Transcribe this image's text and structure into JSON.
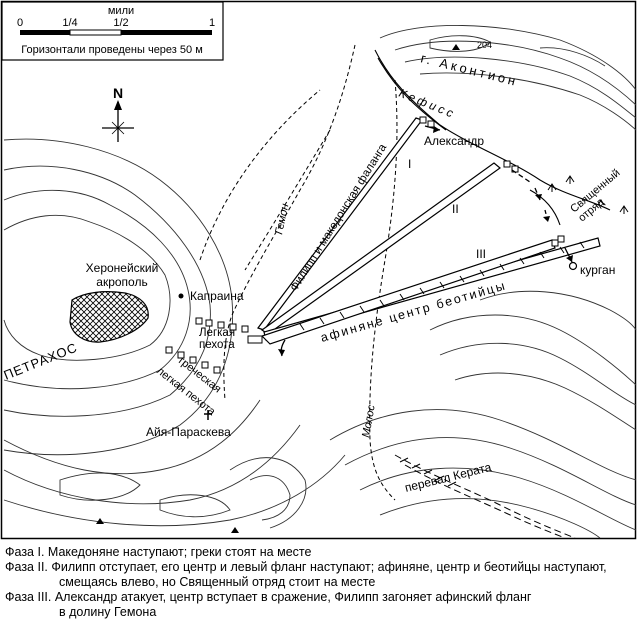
{
  "scale": {
    "unit_label": "мили",
    "ticks": [
      "0",
      "1/4",
      "1/2",
      "1"
    ],
    "contour_note": "Горизонтали проведены через 50 м"
  },
  "north_label": "N",
  "labels": {
    "mountain": "г. Аконтион",
    "elevation": "204",
    "river_kephiss": "Кефисс",
    "alexander": "Александр",
    "sacred_band": [
      "Священный",
      "отряд"
    ],
    "kurgan": "курган",
    "phase_1": "I",
    "phase_2": "II",
    "phase_3": "III",
    "philip_phalanx": "Филипп и македонская фаланга",
    "athenians_centre_boeotians": "афиняне центр беотийцы",
    "gemon": "Гемон",
    "acropolis": [
      "Херонейский",
      "акрополь"
    ],
    "kapraina": "Капраина",
    "light_infantry": [
      "Легкая",
      "пехота"
    ],
    "greek_light_infantry": [
      "греческая",
      "легкая пехота"
    ],
    "petrakhos": "ПЕТРАХОС",
    "agia_paraskeva": "Айя-Параскева",
    "molos": "Молос",
    "kerata_pass": "перевал Керата"
  },
  "legend": [
    {
      "line": "Фаза I.  Македоняне наступают; греки стоят на месте"
    },
    {
      "line": "Фаза II. Филипп отступает, его центр и левый фланг наступают; афиняне, центр и беотийцы наступают,",
      "continued": "смещаясь влево, но Священный отряд стоит на месте"
    },
    {
      "line": "Фаза III. Александр атакует, центр вступает в сражение, Филипп загоняет афинский фланг",
      "continued": "в долину Гемона"
    }
  ],
  "colors": {
    "ink": "#000000",
    "paper": "#ffffff",
    "contour": "#333333"
  }
}
